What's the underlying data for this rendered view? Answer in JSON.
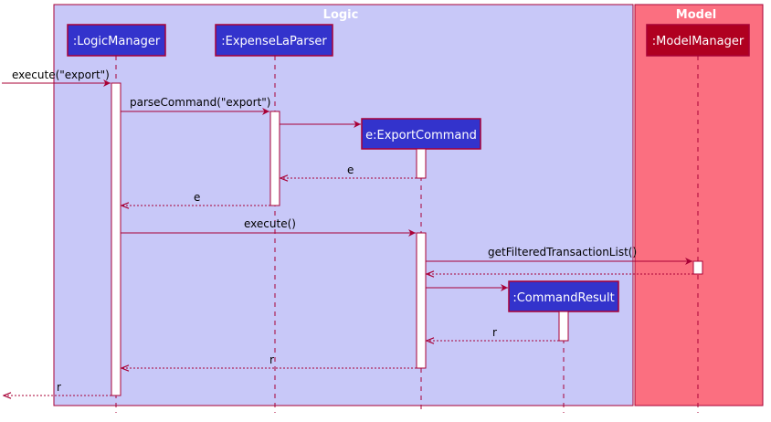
{
  "boxes": {
    "logic": {
      "title": "Logic",
      "fill": "#c8c8f8",
      "stroke": "#a80036"
    },
    "model": {
      "title": "Model",
      "fill": "#fb6f80",
      "stroke": "#a80036"
    }
  },
  "participants": {
    "logic_manager": ":LogicManager",
    "parser": ":ExpenseLaParser",
    "model_manager": ":ModelManager",
    "export_command": "e:ExportCommand",
    "command_result": ":CommandResult"
  },
  "messages": {
    "m1": "execute(\"export\")",
    "m2": "parseCommand(\"export\")",
    "m3": "e",
    "m4": "e",
    "m5": "execute()",
    "m6": "getFilteredTransactionList()",
    "m7": "r",
    "m8": "r",
    "m9": "r"
  },
  "colors": {
    "participant_fill": "#3333cc",
    "model_participant_fill": "#b00020",
    "arrow": "#a80036"
  }
}
